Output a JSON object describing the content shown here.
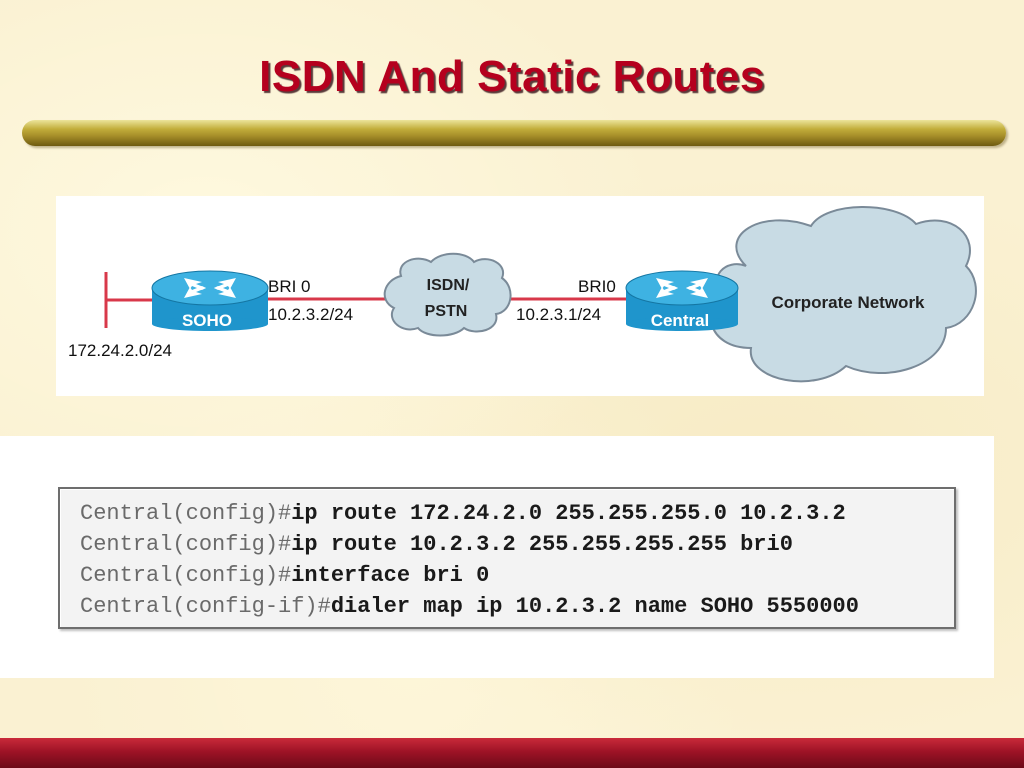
{
  "slide": {
    "title": "ISDN And Static Routes"
  },
  "diagram": {
    "lan_network": "172.24.2.0/24",
    "soho_router": "SOHO",
    "soho_interface": "BRI 0",
    "soho_ip": "10.2.3.2/24",
    "isdn_cloud_line1": "ISDN/",
    "isdn_cloud_line2": "PSTN",
    "central_interface": "BRI0",
    "central_ip": "10.2.3.1/24",
    "central_router": "Central",
    "corporate_network": "Corporate Network",
    "colors": {
      "router_fill": "#1f95cc",
      "router_arrows": "#ffffff",
      "link_line": "#d8384a",
      "cloud_fill": "#c8dbe4",
      "cloud_stroke": "#7a8a98"
    }
  },
  "config": {
    "lines": [
      {
        "prompt": "Central(config)#",
        "command": "ip route 172.24.2.0 255.255.255.0 10.2.3.2"
      },
      {
        "prompt": "Central(config)#",
        "command": "ip route 10.2.3.2 255.255.255.255 bri0"
      },
      {
        "prompt": "Central(config)#",
        "command": "interface bri 0"
      },
      {
        "prompt": "Central(config-if)#",
        "command": "dialer map ip 10.2.3.2 name SOHO 5550000"
      }
    ]
  },
  "theme": {
    "title_color": "#b5001e"
  }
}
